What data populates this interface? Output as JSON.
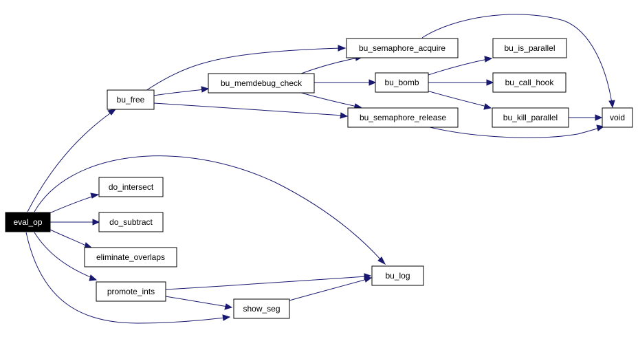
{
  "graph": {
    "root": "eval_op",
    "nodes": [
      {
        "id": "eval_op",
        "label": "eval_op",
        "root": true
      },
      {
        "id": "bu_free",
        "label": "bu_free"
      },
      {
        "id": "bu_memdebug_check",
        "label": "bu_memdebug_check"
      },
      {
        "id": "bu_semaphore_acquire",
        "label": "bu_semaphore_acquire"
      },
      {
        "id": "bu_bomb",
        "label": "bu_bomb"
      },
      {
        "id": "bu_semaphore_release",
        "label": "bu_semaphore_release"
      },
      {
        "id": "bu_is_parallel",
        "label": "bu_is_parallel"
      },
      {
        "id": "bu_call_hook",
        "label": "bu_call_hook"
      },
      {
        "id": "bu_kill_parallel",
        "label": "bu_kill_parallel"
      },
      {
        "id": "void",
        "label": "void"
      },
      {
        "id": "do_intersect",
        "label": "do_intersect"
      },
      {
        "id": "do_subtract",
        "label": "do_subtract"
      },
      {
        "id": "eliminate_overlaps",
        "label": "eliminate_overlaps"
      },
      {
        "id": "promote_ints",
        "label": "promote_ints"
      },
      {
        "id": "bu_log",
        "label": "bu_log"
      },
      {
        "id": "show_seg",
        "label": "show_seg"
      }
    ],
    "edges": [
      {
        "from": "eval_op",
        "to": "bu_free"
      },
      {
        "from": "eval_op",
        "to": "bu_log"
      },
      {
        "from": "eval_op",
        "to": "do_intersect"
      },
      {
        "from": "eval_op",
        "to": "do_subtract"
      },
      {
        "from": "eval_op",
        "to": "eliminate_overlaps"
      },
      {
        "from": "eval_op",
        "to": "promote_ints"
      },
      {
        "from": "eval_op",
        "to": "show_seg"
      },
      {
        "from": "bu_free",
        "to": "bu_semaphore_acquire"
      },
      {
        "from": "bu_free",
        "to": "bu_memdebug_check"
      },
      {
        "from": "bu_free",
        "to": "bu_semaphore_release"
      },
      {
        "from": "bu_memdebug_check",
        "to": "bu_semaphore_acquire"
      },
      {
        "from": "bu_memdebug_check",
        "to": "bu_bomb"
      },
      {
        "from": "bu_memdebug_check",
        "to": "bu_semaphore_release"
      },
      {
        "from": "bu_semaphore_acquire",
        "to": "void"
      },
      {
        "from": "bu_bomb",
        "to": "bu_is_parallel"
      },
      {
        "from": "bu_bomb",
        "to": "bu_call_hook"
      },
      {
        "from": "bu_bomb",
        "to": "bu_kill_parallel"
      },
      {
        "from": "bu_semaphore_release",
        "to": "void"
      },
      {
        "from": "bu_kill_parallel",
        "to": "void"
      },
      {
        "from": "promote_ints",
        "to": "bu_log"
      },
      {
        "from": "promote_ints",
        "to": "show_seg"
      },
      {
        "from": "show_seg",
        "to": "bu_log"
      }
    ]
  }
}
